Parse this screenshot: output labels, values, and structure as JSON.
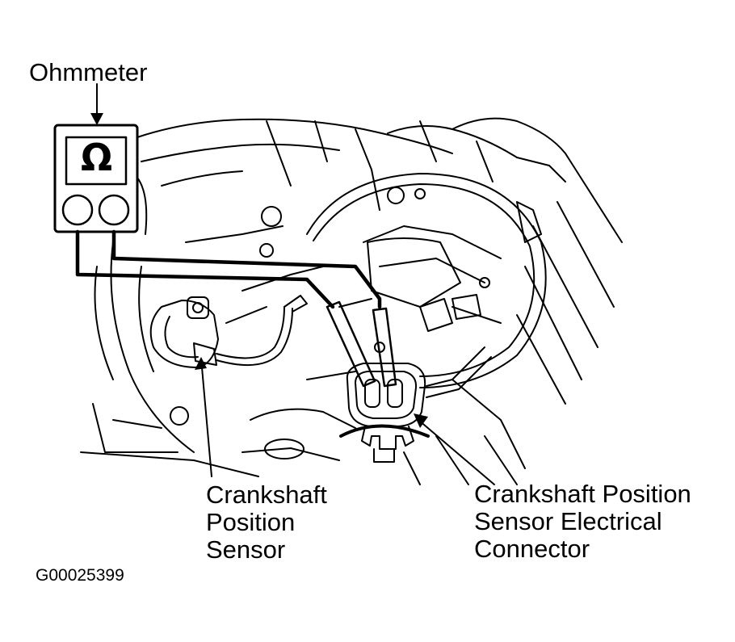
{
  "labels": {
    "ohmmeter": "Ohmmeter",
    "ckp_sensor": [
      "Crankshaft",
      "Position",
      "Sensor"
    ],
    "ckp_connector": [
      "Crankshaft Position",
      "Sensor Electrical",
      "Connector"
    ]
  },
  "meter_symbol": "Ω",
  "figure_code": "G00025399"
}
